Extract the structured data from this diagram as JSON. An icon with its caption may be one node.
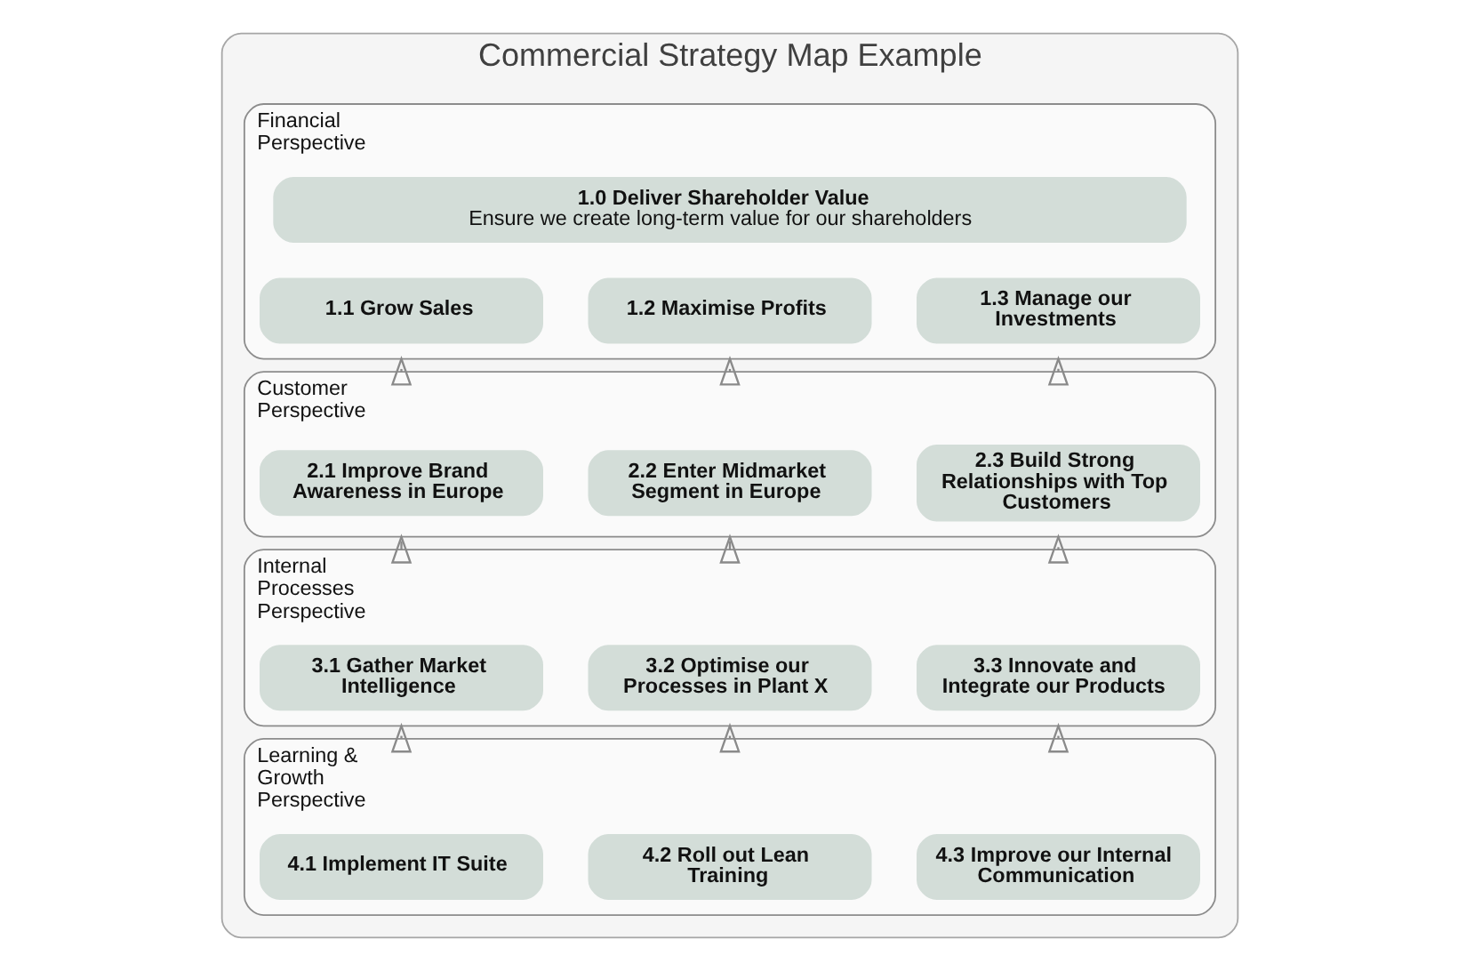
{
  "diagram": {
    "nodes": [
      {
        "text": [
          "Commercial Strategy Map Example"
        ]
      },
      {
        "text": [
          "Financial Perspective"
        ],
        "in": 0
      },
      {
        "text": [
          "1.0 Deliver Shareholder Value",
          "Ensure we create long-term value for our shareholders"
        ],
        "in": 1
      },
      {
        "text": [
          "1.1 Grow Sales"
        ],
        "in": 1
      },
      {
        "text": [
          "1.2 Maximise Profits"
        ],
        "in": 1
      },
      {
        "text": [
          "1.3 Manage our Investments"
        ],
        "in": 1
      },
      {
        "text": [
          "Customer Perspective"
        ],
        "in": 0
      },
      {
        "text": [
          "2.1 Improve Brand Awareness in Europe"
        ],
        "in": 6
      },
      {
        "text": [
          "2.2 Enter Midmarket Segment in Europe"
        ],
        "in": 6
      },
      {
        "text": [
          "2.3 Build Strong Relationships with Top Customers"
        ],
        "in": 6
      },
      {
        "text": [
          "Internal Processes Perspective"
        ],
        "in": 0
      },
      {
        "text": [
          "3.1 Gather Market Intelligence"
        ],
        "in": 10
      },
      {
        "text": [
          "3.2 Optimise our Processes in Plant X"
        ],
        "in": 10
      },
      {
        "text": [
          "3.3 Innovate and Integrate our Products"
        ],
        "in": 10
      },
      {
        "text": [
          "Learning & Growth Perspective"
        ],
        "in": 0
      },
      {
        "text": [
          "4.1 Implement IT Suite"
        ],
        "in": 14
      },
      {
        "text": [
          "4.2 Roll out Lean Training"
        ],
        "in": 14
      },
      {
        "text": [
          "4.3 Improve our Internal Communication"
        ],
        "in": 14
      }
    ],
    "edges": [
      {
        "from": 6,
        "to": 1,
        "arrow": "to"
      },
      {
        "from": 6,
        "to": 1,
        "arrow": "to"
      },
      {
        "from": 6,
        "to": 1,
        "arrow": "to"
      },
      {
        "from": 10,
        "to": 6,
        "arrow": "to"
      },
      {
        "from": 10,
        "to": 6,
        "arrow": "to"
      },
      {
        "from": 10,
        "to": 6,
        "arrow": "to"
      },
      {
        "from": 14,
        "to": 10,
        "arrow": "to"
      },
      {
        "from": 14,
        "to": 10,
        "arrow": "to"
      },
      {
        "from": 14,
        "to": 10,
        "arrow": "to"
      }
    ]
  }
}
